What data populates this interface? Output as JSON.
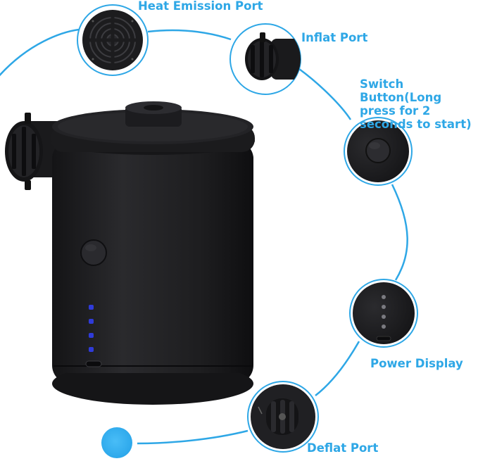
{
  "labels": {
    "heat_emission": "Heat Emission Port",
    "inflat_port": "Inflat Port",
    "switch_button": "Switch Button(Long press for 2 seconds to start)",
    "power_display": "Power Display",
    "deflat_port": "Deflat Port"
  },
  "colors": {
    "accent": "#2ea7e6",
    "accent_light": "#35b2f2",
    "pump_body": "#1f1f21",
    "led": "#2f3bd9",
    "background": "#ffffff"
  },
  "indicator": {
    "led_count": 4
  }
}
